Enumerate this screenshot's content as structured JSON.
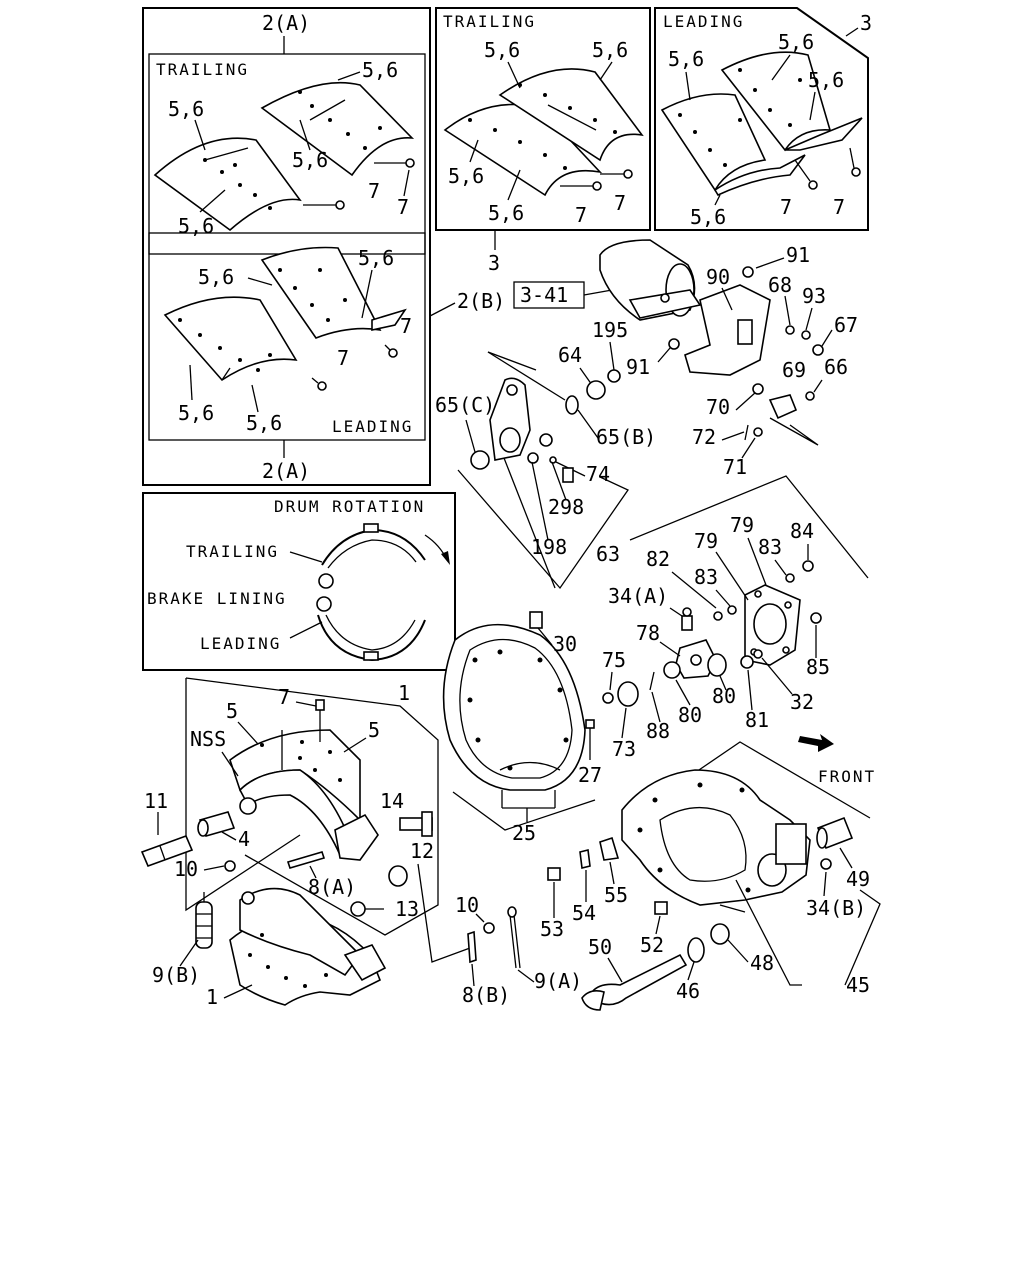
{
  "callouts": {
    "c2a_top": "2(A)",
    "c2a_bottom": "2(A)",
    "c2b": "2(B)",
    "c3_top": "3",
    "c3_bottom": "3",
    "c341": "3-41",
    "s1_top": "5,6",
    "s1_mid": "5,6",
    "s1_left": "5,6",
    "s1_bot": "5,6",
    "s1_7a": "7",
    "s1_7b": "7",
    "s2_top": "5,6",
    "s2_right": "5,6",
    "s2_left": "5,6",
    "s2_bot": "5,6",
    "s2_7a": "7",
    "s2_7b": "7",
    "s3_a": "5,6",
    "s3_b": "5,6",
    "s3_c": "5,6",
    "s3_d": "5,6",
    "s3_7a": "7",
    "s3_7b": "7",
    "s4_a": "5,6",
    "s4_b": "5,6",
    "s4_c": "5,6",
    "s4_d": "5,6",
    "s4_7a": "7",
    "s4_7b": "7",
    "p91a": "91",
    "p91b": "91",
    "p90": "90",
    "p68": "68",
    "p93": "93",
    "p67": "67",
    "p195": "195",
    "p64": "64",
    "p69": "69",
    "p66": "66",
    "p70": "70",
    "p72": "72",
    "p71": "71",
    "p65c": "65(C)",
    "p65b": "65(B)",
    "p74": "74",
    "p298": "298",
    "p198": "198",
    "p63": "63",
    "p79a": "79",
    "p79b": "79",
    "p83a": "83",
    "p83b": "83",
    "p84": "84",
    "p82": "82",
    "p34a": "34(A)",
    "p78": "78",
    "p30": "30",
    "p75": "75",
    "p80a": "80",
    "p80b": "80",
    "p81": "81",
    "p32": "32",
    "p85": "85",
    "p73": "73",
    "p88": "88",
    "p27": "27",
    "p25": "25",
    "p1top": "1",
    "p1bot": "1",
    "p5a": "5",
    "p5b": "5",
    "p7": "7",
    "pNSS": "NSS",
    "p14": "14",
    "p11": "11",
    "p4": "4",
    "p12": "12",
    "p10a": "10",
    "p10b": "10",
    "p8a": "8(A)",
    "p8b": "8(B)",
    "p13": "13",
    "p9b": "9(B)",
    "p9a": "9(A)",
    "p53": "53",
    "p54": "54",
    "p55": "55",
    "p52": "52",
    "p50": "50",
    "p46": "46",
    "p48": "48",
    "p45": "45",
    "p49": "49",
    "p34b": "34(B)"
  },
  "labels": {
    "trailing_a": "TRAILING",
    "trailing_b": "TRAILING",
    "leading_a": "LEADING",
    "leading_b": "LEADING",
    "drum_rotation": "DRUM ROTATION",
    "legend_trailing": "TRAILING",
    "legend_brake_lining": "BRAKE LINING",
    "legend_leading": "LEADING",
    "front": "FRONT"
  }
}
